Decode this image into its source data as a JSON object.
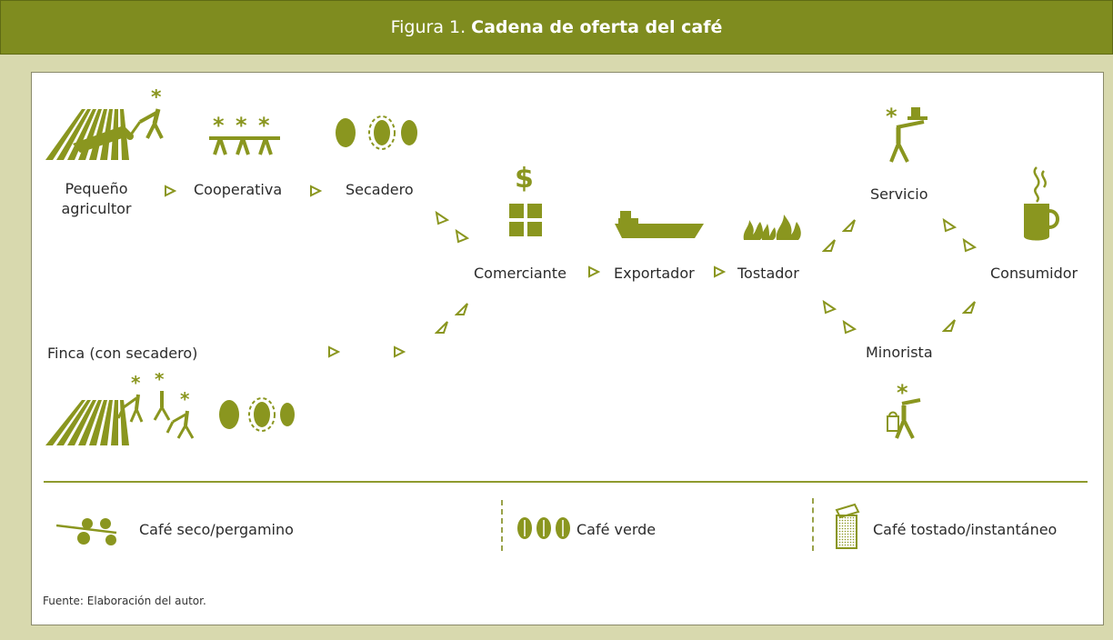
{
  "header": {
    "prefix": "Figura 1.",
    "title": "Cadena de oferta del café"
  },
  "nodes": {
    "pequeno": "Pequeño\nagricultor",
    "cooperativa": "Cooperativa",
    "secadero": "Secadero",
    "comerciante": "Comerciante",
    "exportador": "Exportador",
    "tostador": "Tostador",
    "servicio": "Servicio",
    "consumidor": "Consumidor",
    "minorista": "Minorista",
    "finca": "Finca (con secadero)"
  },
  "legend": {
    "seco": "Café seco/pergamino",
    "verde": "Café verde",
    "tostado": "Café tostado/instantáneo"
  },
  "source": "Fuente: Elaboración del autor.",
  "colors": {
    "accent": "#7f8c1f",
    "icon": "#8a961f",
    "background": "#d8d9ae"
  }
}
